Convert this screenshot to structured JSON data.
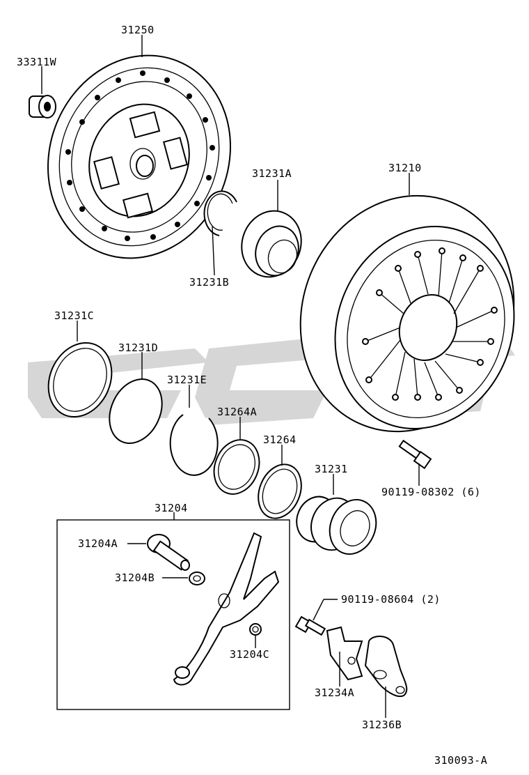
{
  "diagram_code": "310093-A",
  "parts": {
    "bearing_33311w": "33311W",
    "disc_31250": "31250",
    "ring_31231a": "31231A",
    "clip_31231b": "31231B",
    "cover_31210": "31210",
    "seal_31231c": "31231C",
    "ring_31231d": "31231D",
    "ring_31231e": "31231E",
    "washer_31264a": "31264A",
    "washer_31264": "31264",
    "bearing_31231": "31231",
    "bolt_90119_08302": "90119-08302 (6)",
    "fork_assy_31204": "31204",
    "pivot_31204a": "31204A",
    "washer_31204b": "31204B",
    "nut_31204c": "31204C",
    "bolt_90119_08604": "90119-08604 (2)",
    "bracket_31234a": "31234A",
    "bracket_31236b": "31236B"
  }
}
